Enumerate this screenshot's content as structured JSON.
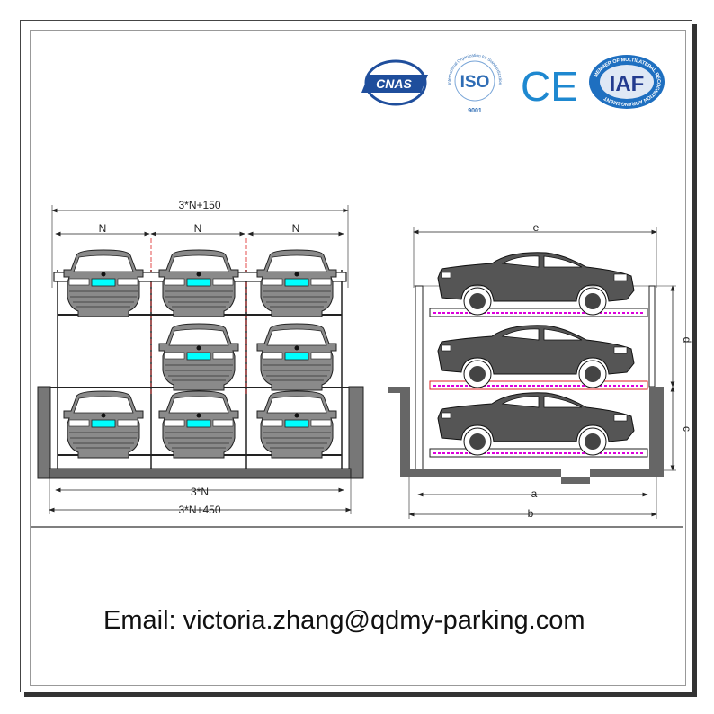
{
  "certifications": [
    {
      "name": "CNAS",
      "icon": "cnas-logo",
      "color": "#1f4e9c"
    },
    {
      "name": "ISO",
      "subtitle": "9001",
      "ring_text": "International Organization for Standardization",
      "icon": "iso-logo",
      "color": "#2f6db5"
    },
    {
      "name": "CE",
      "icon": "ce-mark",
      "color": "#1e88d0"
    },
    {
      "name": "IAF",
      "ring_text": "MEMBER OF MULTILATERAL RECOGNITION ARRANGEMENT",
      "icon": "iaf-logo",
      "color": "#1e6fc0"
    }
  ],
  "front_view": {
    "dims": {
      "total_top": "3*N+150",
      "bay": "N",
      "inner_bottom": "3*N",
      "total_bottom": "3*N+450"
    }
  },
  "side_view": {
    "dims": {
      "e": "e",
      "d": "d",
      "c": "c",
      "a": "a",
      "b": "b"
    }
  },
  "contact": {
    "email_line": "Email: victoria.zhang@qdmy-parking.com"
  }
}
